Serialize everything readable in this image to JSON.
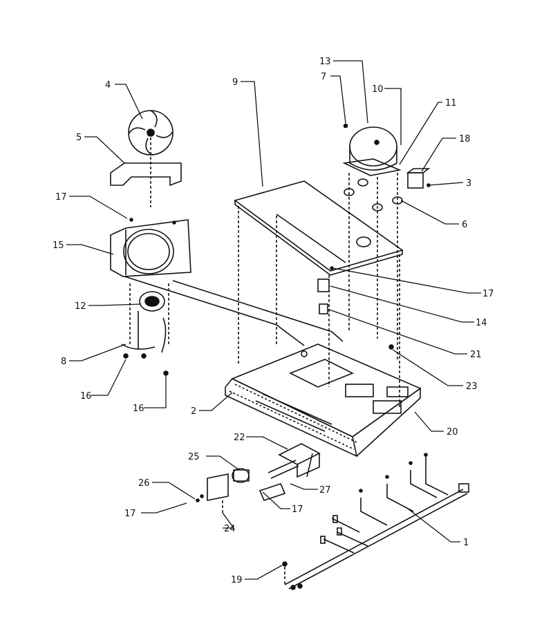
{
  "callouts": [
    {
      "id": "c1",
      "label": "1"
    },
    {
      "id": "c2",
      "label": "2"
    },
    {
      "id": "c3",
      "label": "3"
    },
    {
      "id": "c4",
      "label": "4"
    },
    {
      "id": "c5",
      "label": "5"
    },
    {
      "id": "c6",
      "label": "6"
    },
    {
      "id": "c7",
      "label": "7"
    },
    {
      "id": "c8",
      "label": "8"
    },
    {
      "id": "c9",
      "label": "9"
    },
    {
      "id": "c10",
      "label": "10"
    },
    {
      "id": "c11",
      "label": "11"
    },
    {
      "id": "c12",
      "label": "12"
    },
    {
      "id": "c13",
      "label": "13"
    },
    {
      "id": "c14",
      "label": "14"
    },
    {
      "id": "c15",
      "label": "15"
    },
    {
      "id": "c16a",
      "label": "16"
    },
    {
      "id": "c16b",
      "label": "16"
    },
    {
      "id": "c17a",
      "label": "17"
    },
    {
      "id": "c17b",
      "label": "17"
    },
    {
      "id": "c17c",
      "label": "17"
    },
    {
      "id": "c17d",
      "label": "17"
    },
    {
      "id": "c18",
      "label": "18"
    },
    {
      "id": "c19",
      "label": "19"
    },
    {
      "id": "c20",
      "label": "20"
    },
    {
      "id": "c21",
      "label": "21"
    },
    {
      "id": "c22",
      "label": "22"
    },
    {
      "id": "c23",
      "label": "23"
    },
    {
      "id": "c24",
      "label": "24"
    },
    {
      "id": "c25",
      "label": "25"
    },
    {
      "id": "c26",
      "label": "26"
    },
    {
      "id": "c27",
      "label": "27"
    }
  ]
}
